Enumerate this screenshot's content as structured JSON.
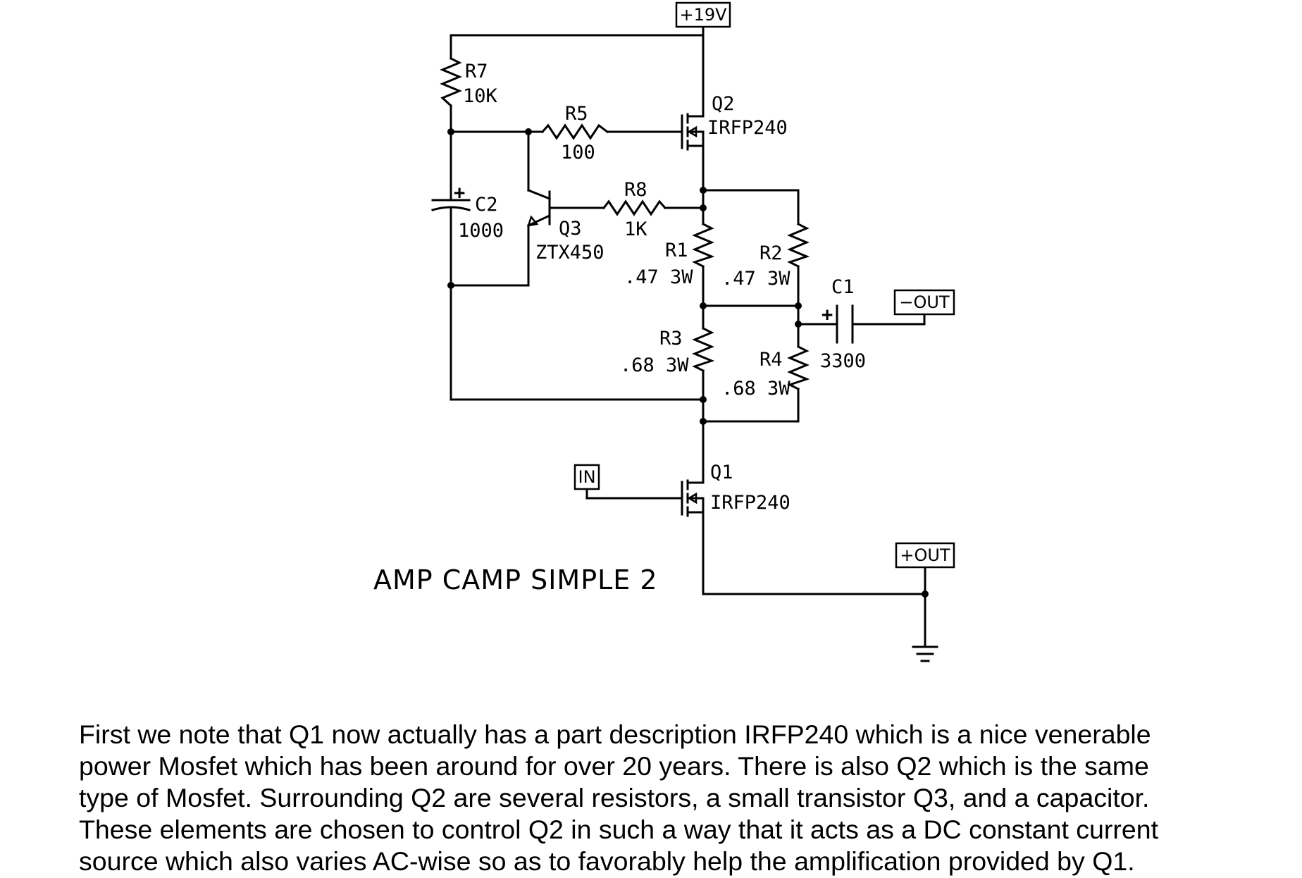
{
  "diagram": {
    "title": "AMP CAMP SIMPLE 2",
    "ports": {
      "vplus": "+19V",
      "out_minus": "−OUT",
      "out_plus": "+OUT",
      "input": "IN"
    },
    "components": {
      "R7": {
        "ref": "R7",
        "value": "10K"
      },
      "R5": {
        "ref": "R5",
        "value": "100"
      },
      "R8": {
        "ref": "R8",
        "value": "1K"
      },
      "C2": {
        "ref": "C2",
        "value": "1000",
        "polarity": "+"
      },
      "Q3": {
        "ref": "Q3",
        "value": "ZTX450"
      },
      "Q2": {
        "ref": "Q2",
        "value": "IRFP240"
      },
      "Q1": {
        "ref": "Q1",
        "value": "IRFP240"
      },
      "R1": {
        "ref": "R1",
        "value": ".47 3W"
      },
      "R2": {
        "ref": "R2",
        "value": ".47 3W"
      },
      "R3": {
        "ref": "R3",
        "value": ".68 3W"
      },
      "R4": {
        "ref": "R4",
        "value": ".68 3W"
      },
      "C1": {
        "ref": "C1",
        "value": "3300",
        "polarity": "+"
      }
    }
  },
  "caption": {
    "lines": [
      "First we note that Q1 now actually has a part description IRFP240 which is a nice venerable",
      "power Mosfet which has been around for over 20 years.  There is also Q2 which is the same",
      "type of Mosfet.  Surrounding Q2 are several resistors, a small transistor Q3, and a capacitor.",
      "These elements are chosen to control Q2 in such a way that it acts as a DC constant current",
      "source which also varies AC-wise so as to favorably help the amplification provided by Q1."
    ]
  }
}
